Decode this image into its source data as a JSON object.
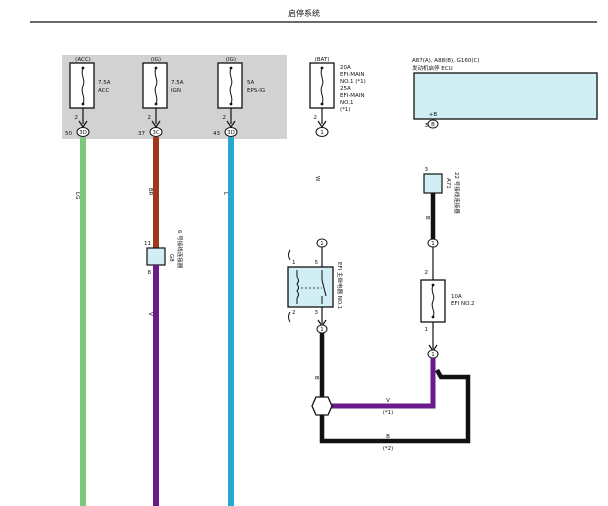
{
  "header": {
    "title": "启停系统"
  },
  "fuses": [
    {
      "source": "(ACC)",
      "rating": "7.5A",
      "name": "ACC",
      "pin": "2",
      "conn_pin": "50",
      "conn": "3D",
      "wire": "LG",
      "wire_color": "#7dc87d"
    },
    {
      "source": "(IG)",
      "rating": "7.5A",
      "name": "IGN",
      "pin": "2",
      "conn_pin": "37",
      "conn": "3C",
      "wire": "BR",
      "wire_color": "#a0391a"
    },
    {
      "source": "(IG)",
      "rating": "5A",
      "name": "EPS-IG",
      "pin": "2",
      "conn_pin": "43",
      "conn": "3D",
      "wire": "L",
      "wire_color": "#27a8d0"
    }
  ],
  "bat_fuse": {
    "source": "(BAT)",
    "lines": [
      "20A",
      "EFI-MAIN",
      "NO.1  (*1)",
      "25A",
      "EFI-MAIN",
      "NO.1",
      "(*1)"
    ],
    "pin": "2",
    "conn": "1"
  },
  "ecu": {
    "line1": "A87(A), A88(B), G160(C)",
    "line2": "发动机启停 ECU",
    "pin_label": "+B",
    "pin": "3",
    "conn": "B"
  },
  "connector_g8": {
    "code": "G8",
    "name": "6 号接线连接器",
    "pin_top": "11",
    "pin_bottom": "8",
    "wire": "V",
    "wire_color": "#6a1a8a"
  },
  "connector_a71": {
    "code": "A71",
    "name": "22 号接线连接器",
    "pin": "3",
    "wire": "B"
  },
  "relay": {
    "name": "EFI 主继电器 NO.1",
    "pins": [
      "1",
      "5",
      "2",
      "3"
    ],
    "upper_wire": "W",
    "lower_wire": "B",
    "conn_top": "1",
    "conn_bottom": "1"
  },
  "fuse_efi2": {
    "rating": "10A",
    "name": "EFI NO.2",
    "pin_top": "2",
    "pin_bottom": "1",
    "conn_top": "1",
    "conn_bottom": "1"
  },
  "bottom_wires": [
    {
      "color": "V",
      "note": "(*1)"
    },
    {
      "color": "B",
      "note": "(*2)"
    }
  ]
}
